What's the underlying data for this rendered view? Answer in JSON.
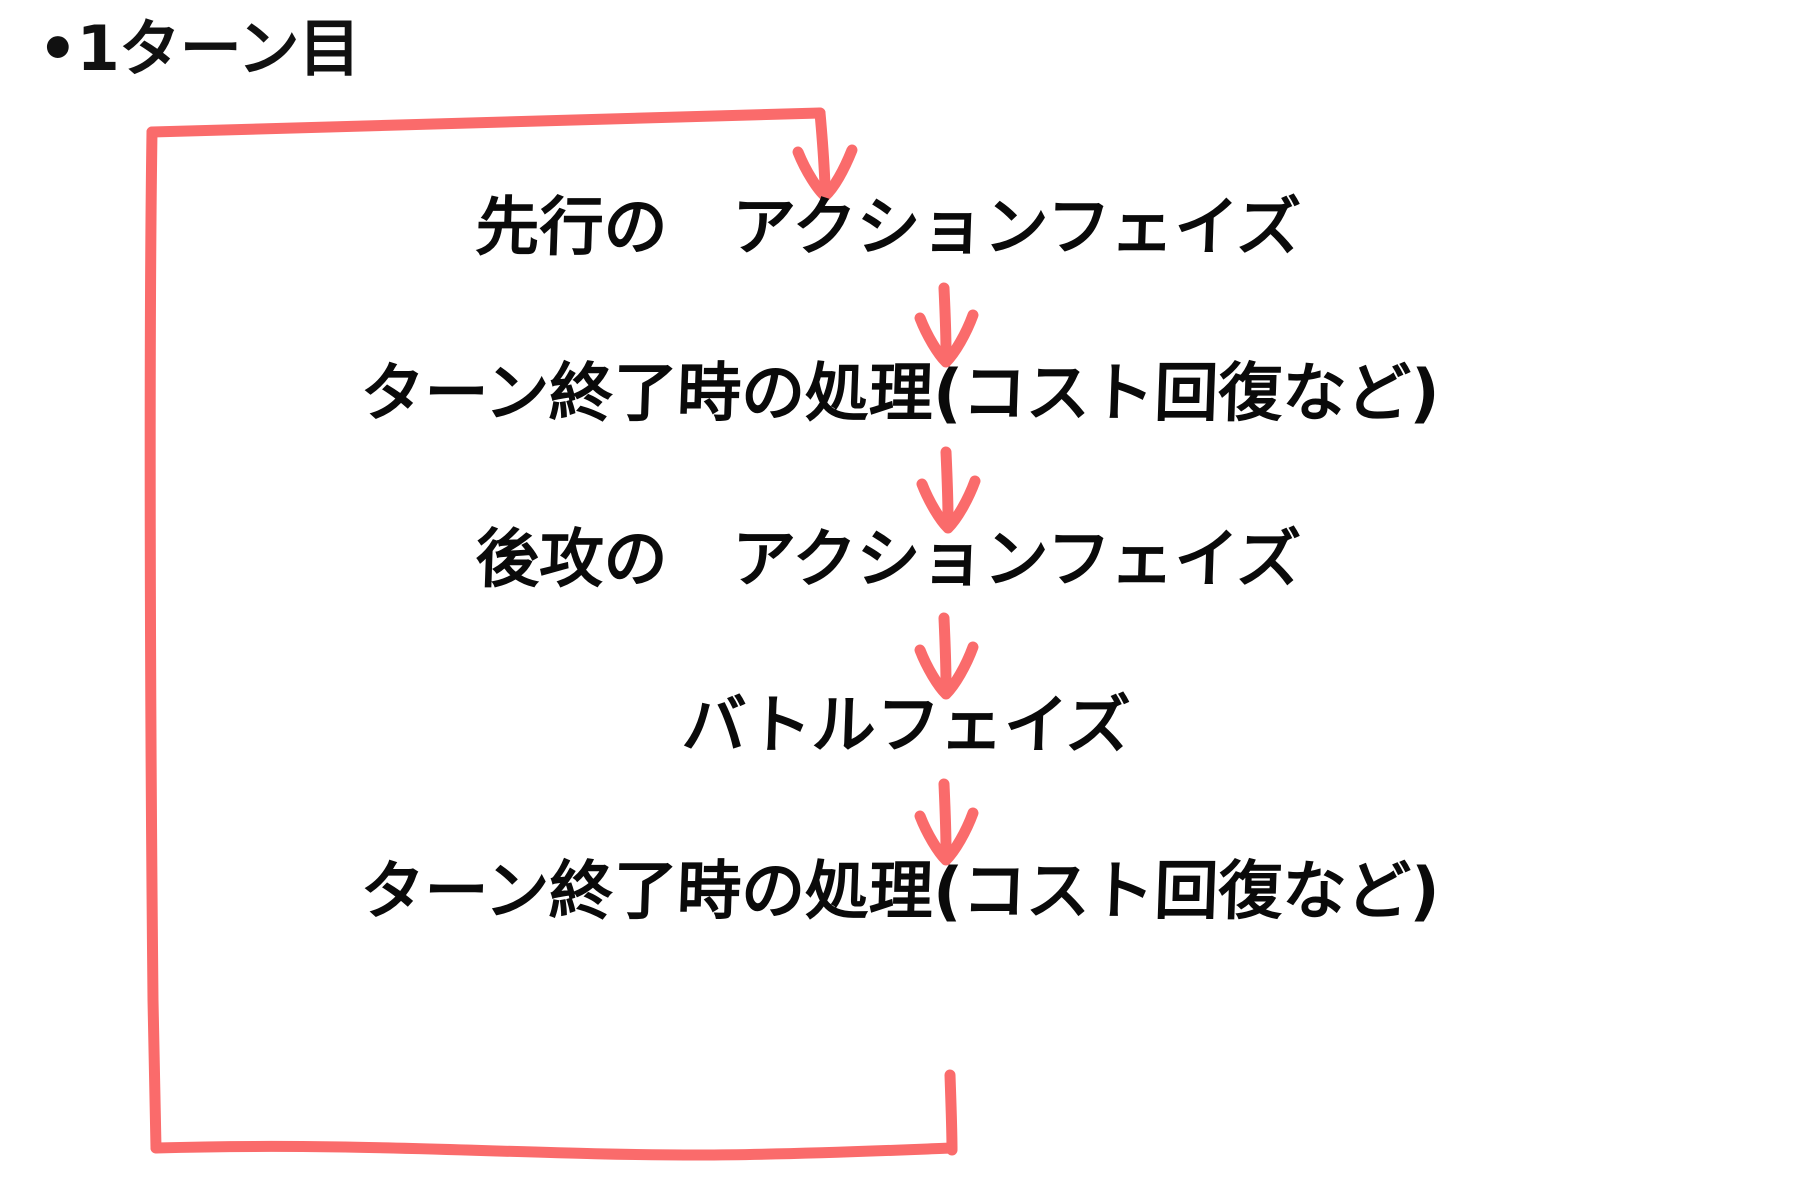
{
  "diagram": {
    "heading": "•1ターン目",
    "accent_color": "#FA6B6B",
    "text_color": "#0A0A0A",
    "background_color": "#FFFFFF",
    "loop_label": "turn-loop-arrow",
    "steps": [
      {
        "id": "step-1",
        "prefix": "先行の",
        "label": "アクションフェイズ",
        "text": "先行の　アクションフェイズ"
      },
      {
        "id": "step-2",
        "prefix": "",
        "label": "ターン終了時の処理(コスト回復など)",
        "text": "ターン終了時の処理(コスト回復など)"
      },
      {
        "id": "step-3",
        "prefix": "後攻の",
        "label": "アクションフェイズ",
        "text": "後攻の　アクションフェイズ"
      },
      {
        "id": "step-4",
        "prefix": "",
        "label": "バトルフェイズ",
        "text": "バトルフェイズ"
      },
      {
        "id": "step-5",
        "prefix": "",
        "label": "ターン終了時の処理(コスト回復など)",
        "text": "ターン終了時の処理(コスト回復など)"
      }
    ],
    "connectors": [
      {
        "id": "arrow-into-step-1",
        "from": "loop-top",
        "to": "step-1",
        "glyph": "down-arrow"
      },
      {
        "id": "arrow-step-1-to-step-2",
        "from": "step-1",
        "to": "step-2",
        "glyph": "down-arrow"
      },
      {
        "id": "arrow-step-2-to-step-3",
        "from": "step-2",
        "to": "step-3",
        "glyph": "down-arrow"
      },
      {
        "id": "arrow-step-3-to-step-4",
        "from": "step-3",
        "to": "step-4",
        "glyph": "down-arrow"
      },
      {
        "id": "arrow-step-4-to-step-5",
        "from": "step-4",
        "to": "step-5",
        "glyph": "down-arrow"
      }
    ]
  }
}
